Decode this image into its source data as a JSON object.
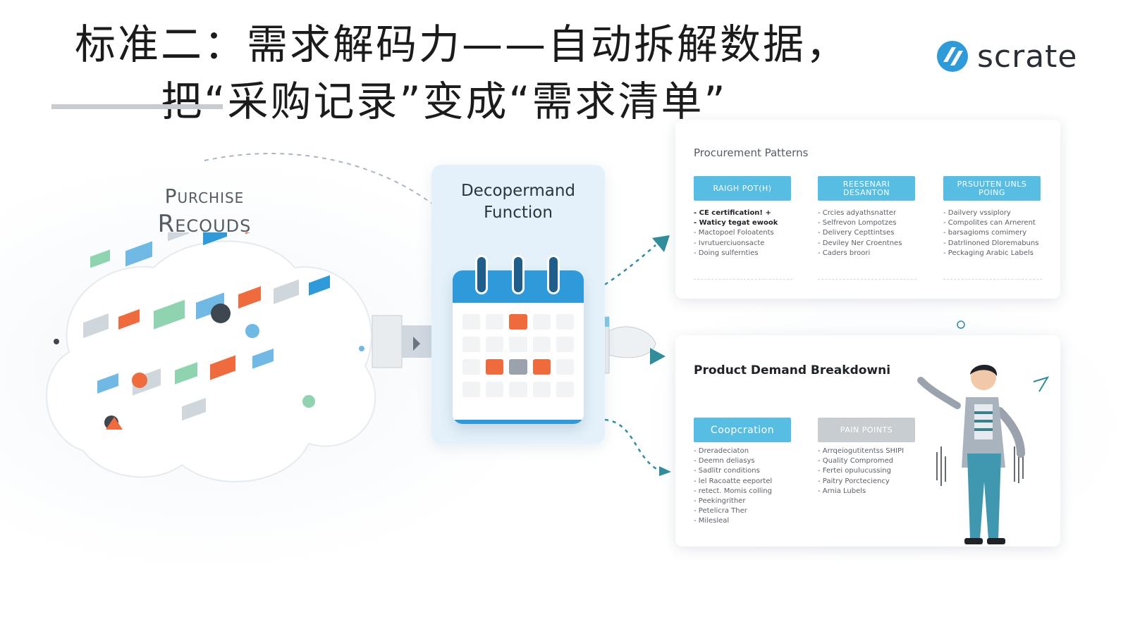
{
  "header": {
    "title_line1": "标准二：需求解码力——自动拆解数据，",
    "title_line2": "把“采购记录”变成“需求清单”",
    "brand": "scrate"
  },
  "colors": {
    "accent_blue": "#2f9ad9",
    "tag_blue": "#58bde3",
    "tag_grey": "#c8cdd2",
    "accent_orange": "#ef6a3c",
    "teal": "#2f8d9c",
    "panel_bg": "#e4f1fa"
  },
  "purchase_records": {
    "label_line1": "Purchise",
    "label_line2": "Recouds"
  },
  "center": {
    "title_line1": "Decopermand",
    "title_line2": "Function",
    "icon": "calendar-icon"
  },
  "procurement_card": {
    "title": "Procurement Patterns",
    "columns": [
      {
        "tag": "RAIGH POT(H)",
        "items": [
          "CE certification! +",
          "Waticy tegat ewook",
          "Mactopoel Foloatents",
          "Ivrutuerciuonsacte",
          "Doing sulfernties"
        ]
      },
      {
        "tag": "REESENARI DESANTON",
        "items": [
          "Crcies adyathsnatter",
          "Selfrevon Lompotzes",
          "Delivery Cepttintses",
          "Deviley Ner Croentnes",
          "Caders broori"
        ]
      },
      {
        "tag": "PRSUUTEN UNLS POING",
        "items": [
          "Dailvery vssiplory",
          "Compolites can Arnerent",
          "barsagioms comimery",
          "Datrlinoned Dloremabuns",
          "Peckaging Arabic Labels"
        ]
      }
    ]
  },
  "demand_card": {
    "title": "Product Demand Breakdowni",
    "columns": [
      {
        "tag": "Coopcration",
        "items": [
          "Dreradeciaton",
          "Deemn deliasys",
          "Sadlitr conditions",
          "lel Racoatte eeportel",
          "retect. Momis colling",
          "Peekingrither",
          "Petelicra Ther",
          "Milesleal"
        ]
      },
      {
        "tag": "PAIN POINTS",
        "items": [
          "Arrqeiogutitentss SHIPI",
          "Quality Compromed",
          "Fertei opulucussing",
          "Paitry Porcteciency",
          "Arnia Lubels"
        ]
      }
    ]
  }
}
